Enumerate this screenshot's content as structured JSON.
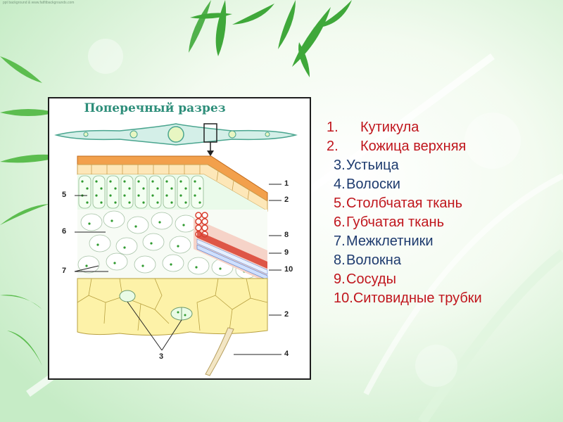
{
  "credit": "ppt background & www.fatfitbackgrounds.com",
  "figure": {
    "title": "Поперечный разрез",
    "callouts": {
      "c1": "1",
      "c2a": "2",
      "c2b": "2",
      "c3": "3",
      "c4": "4",
      "c5": "5",
      "c6": "6",
      "c7": "7",
      "c8": "8",
      "c9": "9",
      "c10": "10"
    }
  },
  "legend": {
    "items": [
      {
        "num": "1.",
        "text": "Кутикула",
        "color": "#c0161d"
      },
      {
        "num": "2.",
        "text": "Кожица верхняя",
        "color": "#c0161d"
      },
      {
        "num": "3.",
        "text": "Устьица",
        "color": "#1d3a6e"
      },
      {
        "num": "4.",
        "text": "Волоски",
        "color": "#1d3a6e"
      },
      {
        "num": "5.",
        "text": "Столбчатая ткань",
        "color": "#c0161d"
      },
      {
        "num": "6.",
        "text": "Губчатая ткань",
        "color": "#c0161d"
      },
      {
        "num": "7.",
        "text": "Межклетники",
        "color": "#1d3a6e"
      },
      {
        "num": "8.",
        "text": "Волокна",
        "color": "#1d3a6e"
      },
      {
        "num": "9.",
        "text": "Сосуды",
        "color": "#c0161d"
      },
      {
        "num": "10.",
        "text": "Ситовидные трубки",
        "color": "#c0161d"
      }
    ]
  }
}
